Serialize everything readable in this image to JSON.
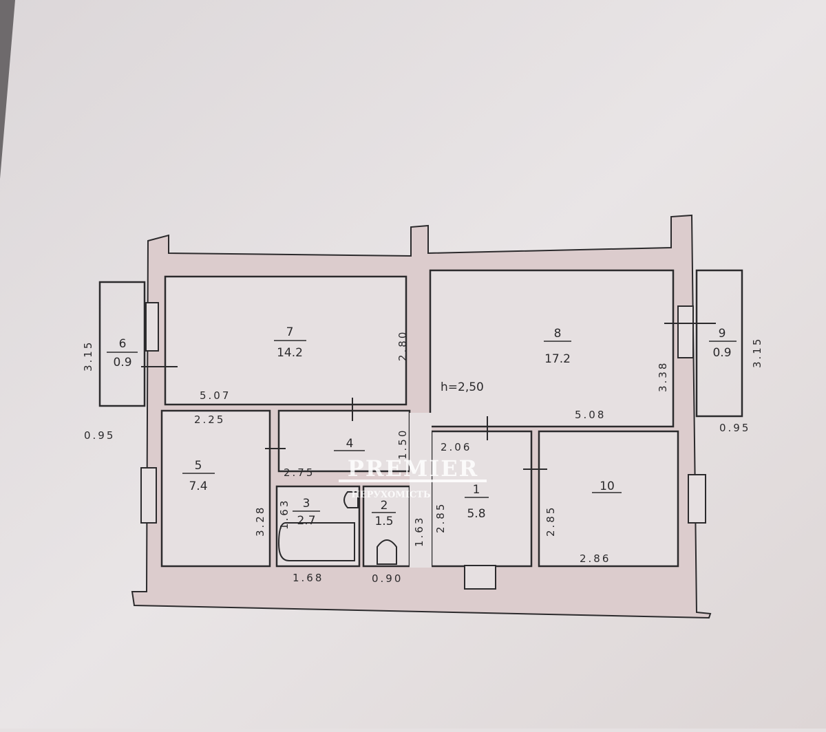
{
  "plan": {
    "ceiling_height": "h=2,50",
    "rooms": [
      {
        "number": "1",
        "area": "5.8"
      },
      {
        "number": "2",
        "area": "1.5"
      },
      {
        "number": "3",
        "area": "2.7"
      },
      {
        "number": "4",
        "area": ""
      },
      {
        "number": "5",
        "area": "7.4"
      },
      {
        "number": "6",
        "area": "0.9"
      },
      {
        "number": "7",
        "area": "14.2"
      },
      {
        "number": "8",
        "area": "17.2"
      },
      {
        "number": "9",
        "area": "0.9"
      },
      {
        "number": "10",
        "area": ""
      }
    ],
    "dimensions": {
      "room7_width": "5.07",
      "room7_height": "2.80",
      "room8_width": "5.08",
      "room8_height": "3.38",
      "room5_width": "2.25",
      "room5_height": "3.28",
      "room4_width": "2.75",
      "room4_height": "1.50",
      "room3_width": "1.68",
      "room3_height": "1.63",
      "room2_width": "0.90",
      "room2_height": "1.63",
      "room1_width": "2.06",
      "room1_height": "2.85",
      "room10_width": "2.86",
      "room10_height": "2.85",
      "balcony6_length": "3.15",
      "balcony6_depth": "0.95",
      "balcony9_length": "3.15",
      "balcony9_depth": "0.95"
    }
  },
  "watermark": {
    "brand": "PREMIER",
    "subtitle": "НЕРУХОМІСТЬ"
  },
  "colors": {
    "paper": "#e6e1e2",
    "wall": "#dccccd",
    "ink": "#2b2a2c"
  }
}
